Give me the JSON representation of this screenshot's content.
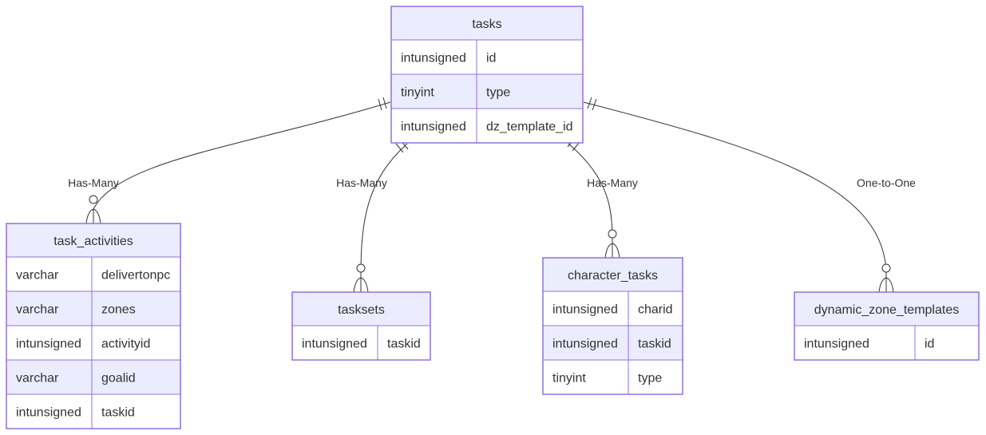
{
  "entities": {
    "tasks": {
      "name": "tasks",
      "rows": [
        {
          "type": "intunsigned",
          "field": "id"
        },
        {
          "type": "tinyint",
          "field": "type"
        },
        {
          "type": "intunsigned",
          "field": "dz_template_id"
        }
      ]
    },
    "task_activities": {
      "name": "task_activities",
      "rows": [
        {
          "type": "varchar",
          "field": "delivertonpc"
        },
        {
          "type": "varchar",
          "field": "zones"
        },
        {
          "type": "intunsigned",
          "field": "activityid"
        },
        {
          "type": "varchar",
          "field": "goalid"
        },
        {
          "type": "intunsigned",
          "field": "taskid"
        }
      ]
    },
    "tasksets": {
      "name": "tasksets",
      "rows": [
        {
          "type": "intunsigned",
          "field": "taskid"
        }
      ]
    },
    "character_tasks": {
      "name": "character_tasks",
      "rows": [
        {
          "type": "intunsigned",
          "field": "charid"
        },
        {
          "type": "intunsigned",
          "field": "taskid"
        },
        {
          "type": "tinyint",
          "field": "type"
        }
      ]
    },
    "dynamic_zone_templates": {
      "name": "dynamic_zone_templates",
      "rows": [
        {
          "type": "intunsigned",
          "field": "id"
        }
      ]
    }
  },
  "relationships": [
    {
      "from": "tasks",
      "to": "task_activities",
      "label": "Has-Many"
    },
    {
      "from": "tasks",
      "to": "tasksets",
      "label": "Has-Many"
    },
    {
      "from": "tasks",
      "to": "character_tasks",
      "label": "Has-Many"
    },
    {
      "from": "tasks",
      "to": "dynamic_zone_templates",
      "label": "One-to-One"
    }
  ]
}
